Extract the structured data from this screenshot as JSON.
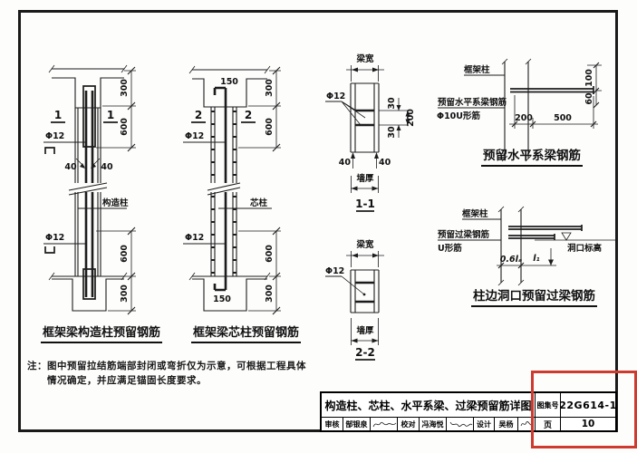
{
  "a": {
    "caption": "框架梁构造柱预留钢筋",
    "mark": "1",
    "rebar": "Φ12",
    "member": "构造柱",
    "off": "40",
    "d300t": "300",
    "d600t": "600",
    "d600b": "600",
    "d300b": "300"
  },
  "b": {
    "caption": "框架梁芯柱预留钢筋",
    "mark": "2",
    "rebar": "Φ12",
    "member": "芯柱",
    "hook": "150",
    "d300t": "300",
    "d600t": "600",
    "d600b": "600",
    "d300b": "300"
  },
  "s11": {
    "caption": "1-1",
    "beam_width": "梁宽",
    "wall_thickness": "墙厚",
    "rebar": "Φ12",
    "d30": "30",
    "d200": "200",
    "d40": "40"
  },
  "s22": {
    "caption": "2-2",
    "beam_width": "梁宽",
    "wall_thickness": "墙厚",
    "rebar": "Φ12"
  },
  "c": {
    "caption": "预留水平系梁钢筋",
    "column": "框架柱",
    "bars": "预留水平系梁钢筋",
    "ubar": "Φ10U形筋",
    "d200": "200",
    "d500": "500",
    "d100": "100",
    "d60": "60"
  },
  "d": {
    "caption": "柱边洞口预留过梁钢筋",
    "column": "框架柱",
    "bars": "预留过梁钢筋",
    "ubar": "U形筋",
    "elevation": "洞口标高",
    "d06la": "0.6lₐ",
    "dl1": "l₁"
  },
  "note": {
    "prefix": "注：",
    "line1": "图中预留拉结筋端部封闭或弯折仅为示意，可根据工程具体",
    "line2": "情况确定，并应满足锚固长度要求。"
  },
  "tb": {
    "title": "构造柱、芯柱、水平系梁、过梁预留筋详图",
    "atlas_label": "图集号",
    "atlas_no": "22G614-1",
    "page_label": "页",
    "page_no": "10",
    "reviewer_label": "审核",
    "reviewer": "郜银泉",
    "checker_label": "校对",
    "checker": "冯海悦",
    "designer_label": "设计",
    "designer": "吴杨"
  }
}
